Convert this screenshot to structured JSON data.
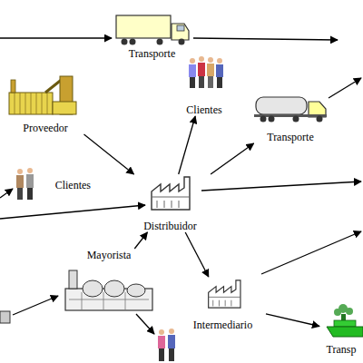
{
  "diagram": {
    "nodes": [
      {
        "text": [
          "Transporte"
        ]
      },
      {
        "text": [
          "Clientes"
        ]
      },
      {
        "text": [
          "Proveedor"
        ]
      },
      {
        "text": [
          "Transporte"
        ]
      },
      {
        "text": [
          "Clientes"
        ]
      },
      {
        "text": [
          "Distribuidor"
        ]
      },
      {
        "text": [
          "Mayorista"
        ]
      },
      {
        "text": [
          "Intermediario"
        ]
      },
      {
        "text": [
          "Transp"
        ]
      }
    ],
    "edges": [
      {
        "from": 2,
        "to": 5,
        "arrow": "to"
      },
      {
        "from": 5,
        "to": 1,
        "arrow": "to"
      },
      {
        "from": 5,
        "to": 3,
        "arrow": "to"
      },
      {
        "from": 6,
        "to": 5,
        "arrow": "to"
      },
      {
        "from": 5,
        "to": 7,
        "arrow": "to"
      },
      {
        "from": 7,
        "to": 8,
        "arrow": "to"
      }
    ]
  }
}
